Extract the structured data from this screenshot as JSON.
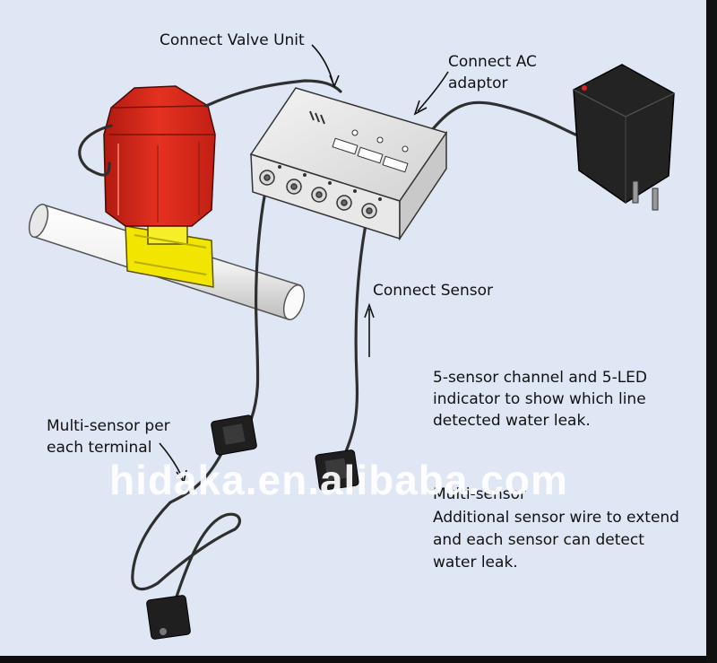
{
  "labels": {
    "connect_valve_unit": "Connect Valve Unit",
    "connect_ac_line1": "Connect AC",
    "connect_ac_line2": "adaptor",
    "connect_sensor": "Connect Sensor",
    "channel_note_line1": "5-sensor channel and 5-LED",
    "channel_note_line2": "indicator to show which line",
    "channel_note_line3": "detected water leak.",
    "multi_sensor_line1": "Multi-sensor per",
    "multi_sensor_line2": "each terminal",
    "multi_sensor_title": "Multi-sensor",
    "additional_line1": "Additional sensor wire to extend",
    "additional_line2": "and each sensor can detect",
    "additional_line3": "water leak."
  },
  "watermark": "hidaka.en.alibaba.com",
  "colors": {
    "background": "#dfe7f4",
    "valve_red": "#d8261a",
    "valve_brass": "#f2e600",
    "pipe": "#f4f4f4",
    "controller": "#e6e6e6",
    "adaptor": "#222222",
    "wire": "#2f2f2f"
  }
}
